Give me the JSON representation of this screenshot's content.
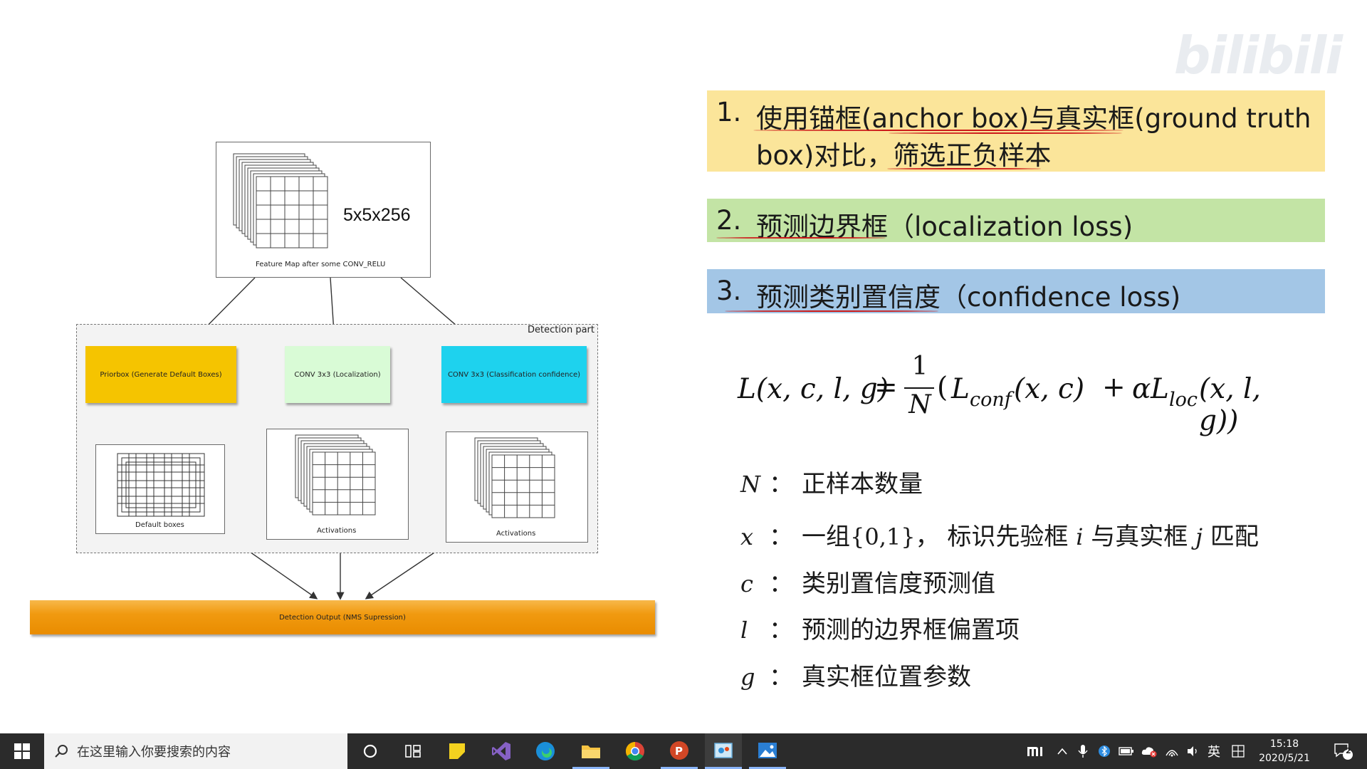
{
  "watermark": "bilibili",
  "diagram": {
    "feature_map_dims": "5x5x256",
    "feature_map_caption": "Feature Map after some CONV_RELU",
    "detection_part_label": "Detection part",
    "priorbox_label": "Priorbox (Generate Default Boxes)",
    "conv_loc_label": "CONV 3x3 (Localization)",
    "conv_cls_label": "CONV 3x3 (Classification confidence)",
    "default_boxes_caption": "Default boxes",
    "activations_caption_1": "Activations",
    "activations_caption_2": "Activations",
    "output_label": "Detection Output (NMS Supression)",
    "colors": {
      "priorbox": "#f5c400",
      "conv_loc": "#d9fbd6",
      "conv_cls": "#1ed2ee",
      "output": "#f19a10"
    }
  },
  "bands": [
    {
      "number": "1.",
      "line1": "使用锚框(anchor box)与真实框(ground truth",
      "line2": "box)对比，筛选正负样本",
      "color": "#fbe59a"
    },
    {
      "number": "2.",
      "text": "预测边界框（localization loss)",
      "color": "#c3e4a5"
    },
    {
      "number": "3.",
      "text": "预测类别置信度（confidence loss)",
      "color": "#a3c6e6"
    }
  ],
  "formula": {
    "lhs": "L(x, c, l, g)",
    "equals": "=",
    "frac_num": "1",
    "frac_den": "N",
    "open": "(",
    "conf_L": "L",
    "conf_sub": "conf",
    "conf_args": "(x, c)",
    "plus": "+",
    "alpha": "α",
    "loc_L": "L",
    "loc_sub": "loc",
    "loc_args": "(x, l, g))"
  },
  "definitions": [
    {
      "symbol": "N",
      "colon": "：",
      "text": "正样本数量"
    },
    {
      "symbol": "x",
      "colon": "：",
      "text_parts": [
        "一组",
        "{0,1}",
        "， 标识先验框 ",
        "i",
        " 与真实框 ",
        "j",
        " 匹配"
      ]
    },
    {
      "symbol": "c",
      "colon": "：",
      "text": "类别置信度预测值"
    },
    {
      "symbol": "l",
      "colon": "：",
      "text": "预测的边界框偏置项"
    },
    {
      "symbol": "g",
      "colon": "：",
      "text": "真实框位置参数"
    }
  ],
  "taskbar": {
    "search_placeholder": "在这里输入你要搜索的内容",
    "ime_label": "英",
    "time": "15:18",
    "date": "2020/5/21",
    "notification_count": "2",
    "app_icons": [
      "start-icon",
      "search-icon",
      "cortana-icon",
      "task-view-icon",
      "sticky-notes-icon",
      "visual-studio-icon",
      "edge-icon",
      "file-explorer-icon",
      "chrome-icon",
      "powerpoint-icon",
      "paint-icon",
      "photos-icon"
    ]
  }
}
